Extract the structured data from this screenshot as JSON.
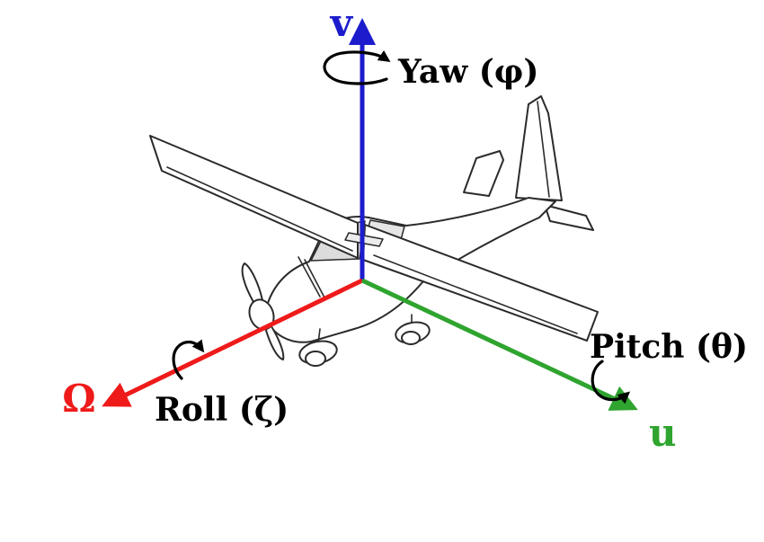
{
  "axes": {
    "v": {
      "label": "v",
      "color": "#1c1ccd"
    },
    "u": {
      "label": "u",
      "color": "#2fa42f"
    },
    "omega": {
      "label": "Ω",
      "color": "#ef1a1a"
    }
  },
  "rotations": {
    "yaw": {
      "label": "Yaw (φ)"
    },
    "pitch": {
      "label": "Pitch (θ)"
    },
    "roll": {
      "label": "Roll (ζ)"
    }
  },
  "style": {
    "rotation_arrow_color": "#000000",
    "label_color": "#000000",
    "airplane_stroke": "#2b2b2b",
    "background": "#ffffff"
  }
}
